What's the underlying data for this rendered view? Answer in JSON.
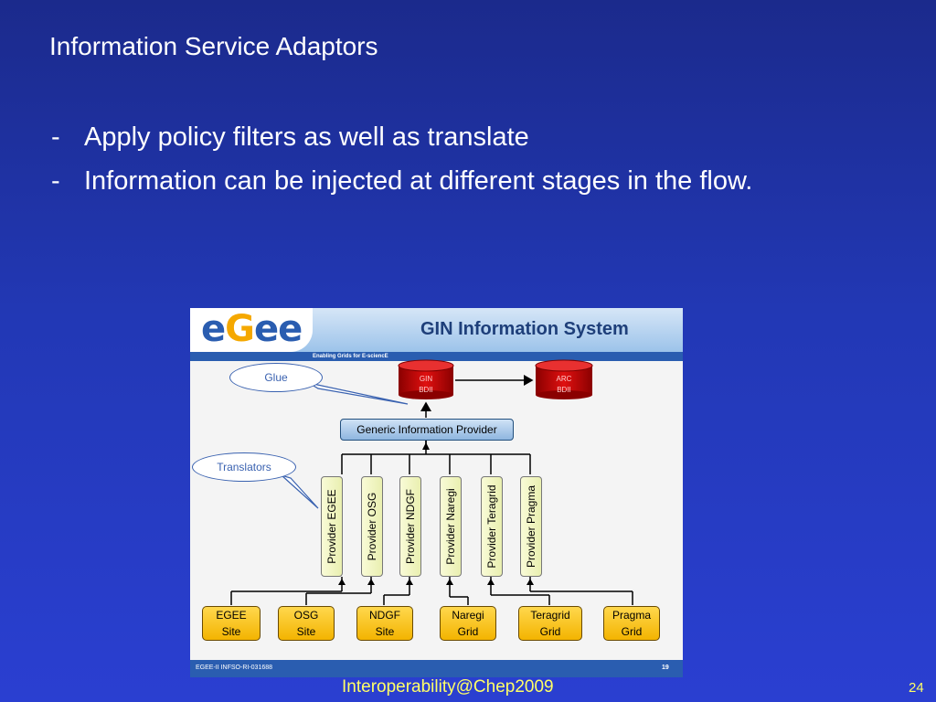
{
  "slide": {
    "title": "Information Service Adaptors",
    "bullets": [
      {
        "dash": "-",
        "text": "Apply policy filters as well as translate"
      },
      {
        "dash": "-",
        "text": "Information can be injected at different stages in the flow."
      }
    ],
    "footer_center": "Interoperability@Chep2009",
    "page_number": "24"
  },
  "figure": {
    "logo": {
      "part1": "e",
      "part2": "G",
      "part3": "ee"
    },
    "title": "GIN Information System",
    "tagline": "Enabling Grids for E-sciencE",
    "footer_ref": "EGEE-II INFSO-RI-031688",
    "footer_page": "19",
    "callouts": {
      "glue": "Glue",
      "translators": "Translators"
    },
    "databases": [
      {
        "line1": "GIN",
        "line2": "BDII"
      },
      {
        "line1": "ARC",
        "line2": "BDII"
      }
    ],
    "generic_provider": "Generic Information Provider",
    "providers": [
      "Provider EGEE",
      "Provider OSG",
      "Provider NDGF",
      "Provider  Naregi",
      "Provider Teragrid",
      "Provider Pragma"
    ],
    "sites": [
      {
        "line1": "EGEE",
        "line2": "Site"
      },
      {
        "line1": "OSG",
        "line2": "Site"
      },
      {
        "line1": "NDGF",
        "line2": "Site"
      },
      {
        "line1": "Naregi",
        "line2": "Grid"
      },
      {
        "line1": "Teragrid",
        "line2": "Grid"
      },
      {
        "line1": "Pragma",
        "line2": "Grid"
      }
    ],
    "colors": {
      "database": "#cc0000",
      "provider_fill": "#f4f7c4",
      "site_fill": "#f7c21a",
      "header_blue": "#2a5db0"
    }
  }
}
